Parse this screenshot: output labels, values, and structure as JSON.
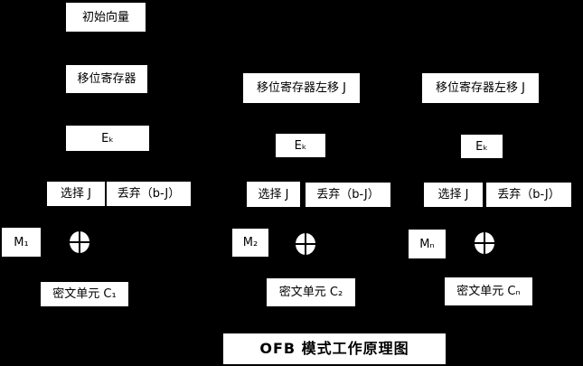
{
  "diagram": {
    "title": "OFB 模式工作原理图",
    "colors": {
      "background": "#000000",
      "box_fill": "#ffffff",
      "box_text": "#000000"
    },
    "icons": {
      "xor": "⊕"
    },
    "columns": [
      {
        "init_vector": "初始向量",
        "shift_register": "移位寄存器",
        "encrypt": "Eₖ",
        "select": "选择 J",
        "discard": "丢弃（b-J）",
        "message": "M₁",
        "ciphertext": "密文单元 C₁"
      },
      {
        "shift_register": "移位寄存器左移 J",
        "encrypt": "Eₖ",
        "select": "选择 J",
        "discard": "丢弃（b-J）",
        "message": "M₂",
        "ciphertext": "密文单元 C₂"
      },
      {
        "shift_register": "移位寄存器左移 J",
        "encrypt": "Eₖ",
        "select": "选择 J",
        "discard": "丢弃（b-J）",
        "message": "Mₙ",
        "ciphertext": "密文单元 Cₙ"
      }
    ]
  }
}
